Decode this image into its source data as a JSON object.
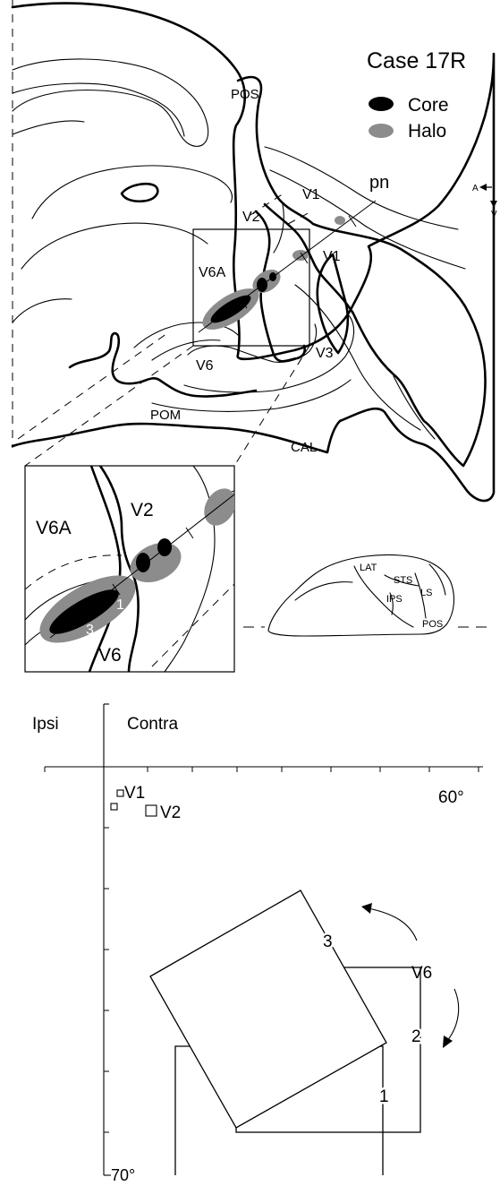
{
  "figure": {
    "title": "Case 17R",
    "legend": {
      "core_label": "Core",
      "halo_label": "Halo",
      "core_color": "#000000",
      "halo_color": "#8c8c8c"
    },
    "orientation": {
      "anterior": "A",
      "ventral": "V"
    },
    "section_labels": {
      "pos": "POS",
      "pn": "pn",
      "v1_upper": "V1",
      "v2": "V2",
      "v1_lower": "V1",
      "v6a": "V6A",
      "v6": "V6",
      "v3": "V3",
      "pom": "POM",
      "cal": "CAL"
    },
    "inset_labels": {
      "v6a": "V6A",
      "v2": "V2",
      "v6": "V6",
      "tick_1": "1",
      "tick_3": "3"
    },
    "brain_labels": {
      "lat": "LAT",
      "sts": "STS",
      "ls": "LS",
      "ips": "IPS",
      "pos": "POS"
    }
  },
  "visual_field": {
    "ipsi_label": "Ipsi",
    "contra_label": "Contra",
    "ecc_right_label": "60°",
    "ecc_bottom_label": "70°",
    "v1_label": "V1",
    "v2_label": "V2",
    "v6_label": "V6",
    "rf_labels": [
      "1",
      "2",
      "3"
    ]
  }
}
